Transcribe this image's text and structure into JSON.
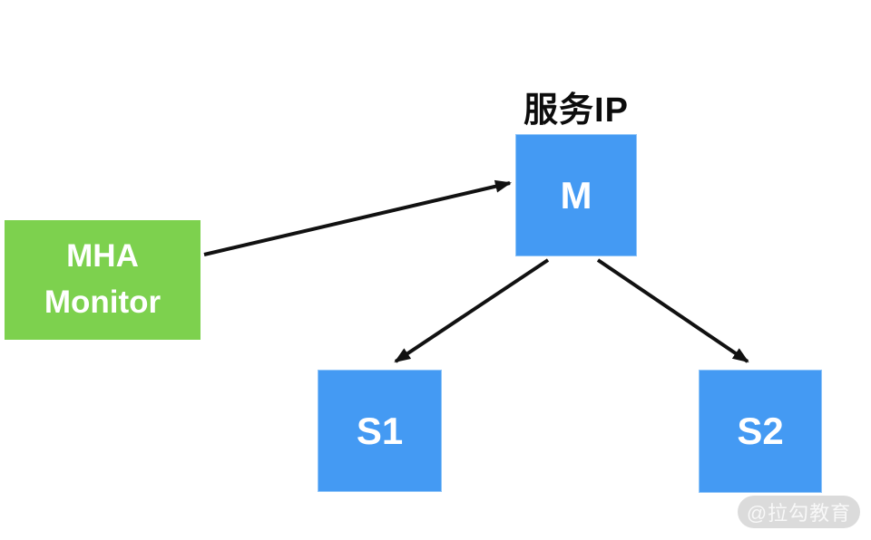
{
  "service_ip_label": "服务IP",
  "nodes": {
    "monitor": {
      "label": "MHA Monitor",
      "role": "monitor"
    },
    "master": {
      "label": "M",
      "role": "master"
    },
    "slave1": {
      "label": "S1",
      "role": "slave"
    },
    "slave2": {
      "label": "S2",
      "role": "slave"
    }
  },
  "edges": [
    {
      "from": "monitor",
      "to": "master"
    },
    {
      "from": "master",
      "to": "slave1"
    },
    {
      "from": "master",
      "to": "slave2"
    }
  ],
  "watermark": "@拉勾教育",
  "colors": {
    "node_blue": "#449af3",
    "node_green": "#7dd14e",
    "arrow": "#111111",
    "title_text": "#0c0c0c",
    "watermark_bg": "#dbdbdb",
    "watermark_text": "#f8f8f8",
    "background": "#ffffff"
  }
}
